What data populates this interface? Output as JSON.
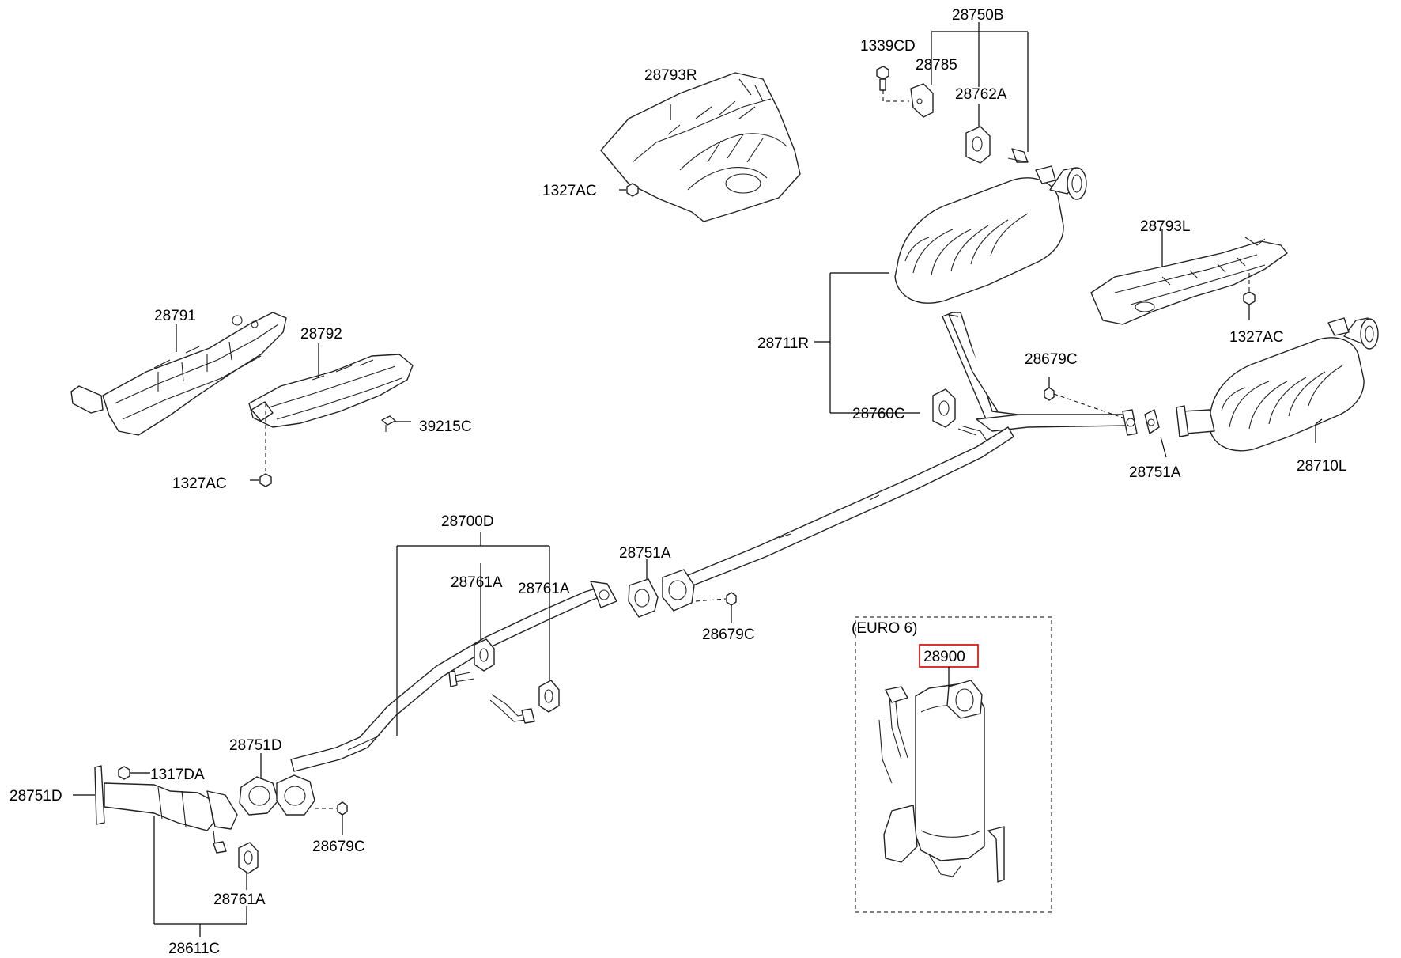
{
  "labels": {
    "l28750B": "28750B",
    "l1339CD": "1339CD",
    "l28785": "28785",
    "l28762A": "28762A",
    "l28793R": "28793R",
    "l1327AC_top": "1327AC",
    "l28793L": "28793L",
    "l1327AC_right": "1327AC",
    "l28711R": "28711R",
    "l28679C_top": "28679C",
    "l28760C": "28760C",
    "l28751A_right": "28751A",
    "l28710L": "28710L",
    "l28791": "28791",
    "l28792": "28792",
    "l39215C": "39215C",
    "l1327AC_left": "1327AC",
    "l28700D": "28700D",
    "l28761A_1": "28761A",
    "l28761A_2": "28761A",
    "l28751A_mid": "28751A",
    "l28679C_mid": "28679C",
    "l28751D_top": "28751D",
    "l1317DA": "1317DA",
    "l28751D_left": "28751D",
    "l28679C_bottom": "28679C",
    "l28761A_bottom": "28761A",
    "l28611C": "28611C",
    "euro_note": "(EURO 6)",
    "l28900": "28900"
  },
  "highlight_color": "#d40000"
}
